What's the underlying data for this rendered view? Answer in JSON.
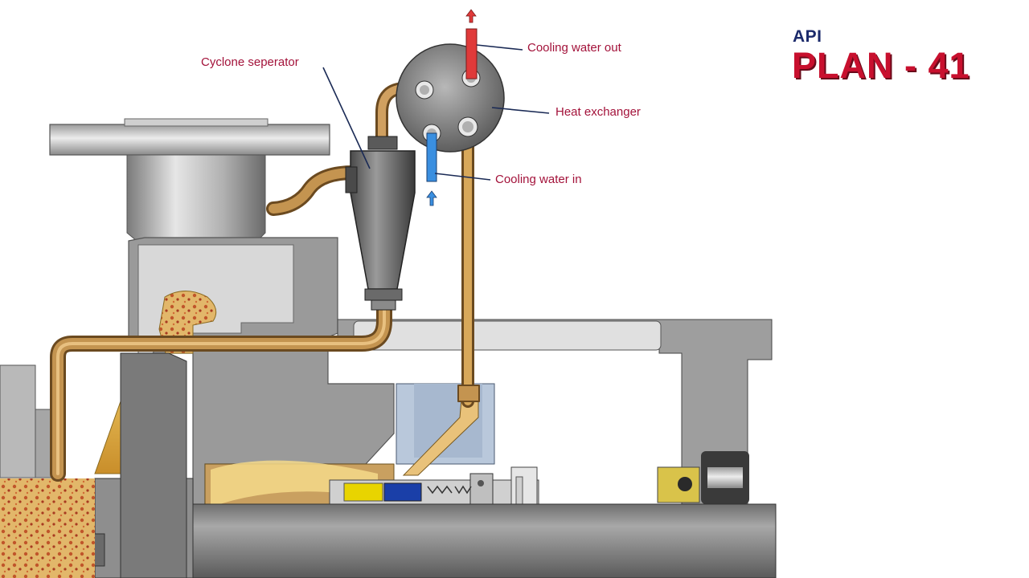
{
  "title": {
    "prefix": "API",
    "main": "PLAN - 41"
  },
  "labels": {
    "cyclone_separator": "Cyclone seperator",
    "cooling_water_out": "Cooling water out",
    "heat_exchanger": "Heat exchanger",
    "cooling_water_in": "Cooling water in"
  },
  "colors": {
    "label_text": "#a3123a",
    "title_api": "#1b2a6b",
    "title_plan": "#c8102e",
    "pipe_copper": "#b8864a",
    "cooling_out": "#e03a3a",
    "cooling_in": "#3a8fe0",
    "process_fluid": "#e8b84a",
    "casing_grey": "#8c8c8c"
  },
  "icons": [
    "arrow-up-red-icon",
    "arrow-up-blue-icon"
  ]
}
